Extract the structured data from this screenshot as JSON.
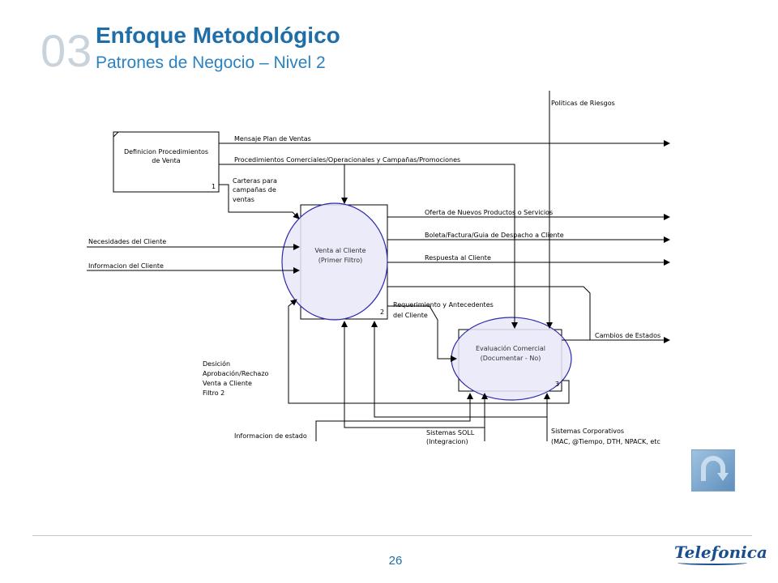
{
  "header": {
    "section_number": "03",
    "title": "Enfoque Metodológico",
    "subtitle": "Patrones de Negocio – Nivel 2"
  },
  "diagram": {
    "activities": [
      {
        "label_line1": "Definicion Procedimientos",
        "label_line2": "de Venta",
        "number": "1"
      },
      {
        "label_line1": "Venta al Cliente",
        "label_line2": "(Primer Filtro)",
        "number": "2"
      },
      {
        "label_line1": "Evaluación Comercial",
        "label_line2": "(Documentar - No)",
        "number": "3"
      }
    ],
    "flows": {
      "politicas": "Politicas de Riesgos",
      "mensaje": "Mensaje Plan de Ventas",
      "procedimientos": "Procedimientos Comerciales/Operacionales y Campañas/Promociones",
      "carteras": [
        "Carteras para",
        "campañas de",
        "ventas"
      ],
      "oferta": "Oferta de Nuevos Productos o Servicios",
      "boleta": "Boleta/Factura/Guia de Despacho a Cliente",
      "respuesta": "Respuesta al Cliente",
      "necesidades": "Necesidades del Cliente",
      "informacion_cliente": "Informacion del Cliente",
      "requerimiento": [
        "Requerimiento y Antecedentes",
        "del Cliente"
      ],
      "cambios": "Cambios de Estados",
      "desicion": [
        "Desición",
        "Aprobación/Rechazo",
        "Venta a Cliente",
        "Filtro 2"
      ],
      "informacion_estado": "Informacion de estado",
      "soll": [
        "Sistemas SOLL",
        "(Integracion)"
      ],
      "corporativos": [
        "Sistemas Corporativos",
        "(MAC, @Tiempo, DTH, NPACK, etc"
      ]
    }
  },
  "footer": {
    "page_number": "26",
    "logo_text": "Telefonica"
  },
  "icons": {
    "home": "u-turn-home-icon"
  }
}
